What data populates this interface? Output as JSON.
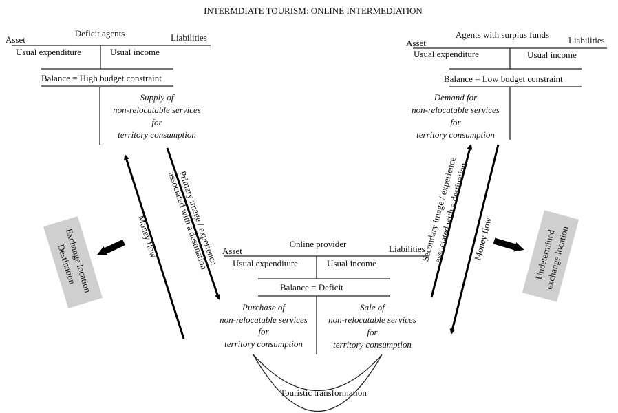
{
  "title": "INTERMDIATE TOURISM: ONLINE INTERMEDIATION",
  "deficit": {
    "name": "Deficit agents",
    "asset": "Asset",
    "liabilities": "Liabilities",
    "left": "Usual expenditure",
    "right": "Usual income",
    "balance": "Balance  = High  budget  constraint",
    "supply": [
      "Supply of",
      "non-relocatable services",
      "for",
      "territory consumption"
    ]
  },
  "surplus": {
    "name": "Agents with  surplus  funds",
    "asset": "Asset",
    "liabilities": "Liabilities",
    "left": "Usual expenditure",
    "right": "Usual income",
    "balance": "Balance  = Low  budget  constraint",
    "demand": [
      "Demand for",
      "non-relocatable services",
      "for",
      "territory consumption"
    ]
  },
  "provider": {
    "name": "Online  provider",
    "asset": "Asset",
    "liabilities": "Liabilities",
    "left": "Usual expenditure",
    "right": "Usual income",
    "balance": "Balance  = Deficit",
    "purchase": [
      "Purchase of",
      "non-relocatable services",
      "for",
      "territory consumption"
    ],
    "sale": [
      "Sale of",
      "non-relocatable services",
      "for",
      "territory consumption"
    ],
    "transformation": "Touristic  transformation"
  },
  "flows": {
    "money_left": "Money  flow",
    "primary": [
      "Primary  image  /  experience",
      "associated  with a destination"
    ],
    "secondary": [
      "Secondary  image  /  experience",
      "associated  with a destination"
    ],
    "money_right": "Money  flow"
  },
  "locations": {
    "left": [
      "Exchange  location",
      "Destination"
    ],
    "right": [
      "Undetermined",
      "exchange  location"
    ]
  }
}
